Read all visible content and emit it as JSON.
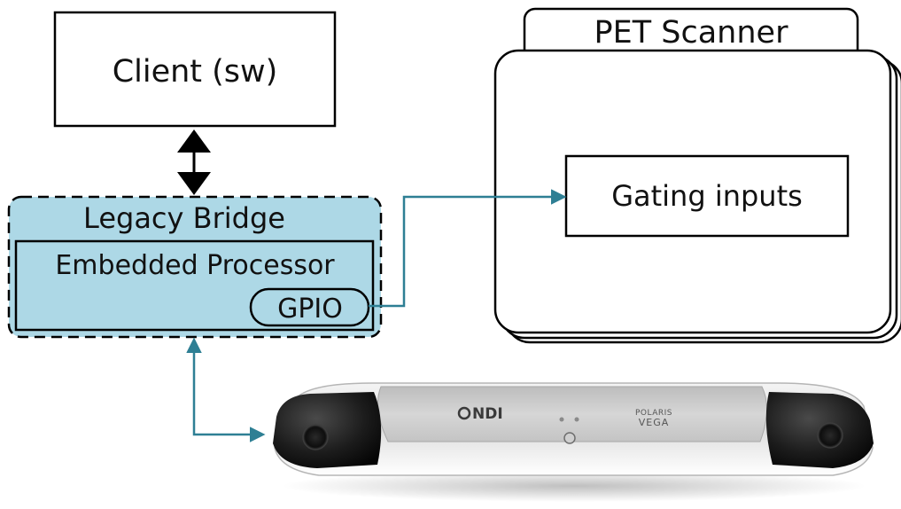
{
  "client": {
    "label": "Client (sw)"
  },
  "scanner": {
    "title": "PET Scanner",
    "gating_label": "Gating inputs"
  },
  "bridge": {
    "title": "Legacy Bridge",
    "processor_label": "Embedded Processor",
    "gpio_label": "GPIO"
  },
  "tracker": {
    "brand": "NDI",
    "model_line1": "POLARIS",
    "model_line2": "VEGA"
  },
  "colors": {
    "bridge_fill": "#add8e6",
    "connector": "#2e7f94",
    "outline": "#000000"
  }
}
